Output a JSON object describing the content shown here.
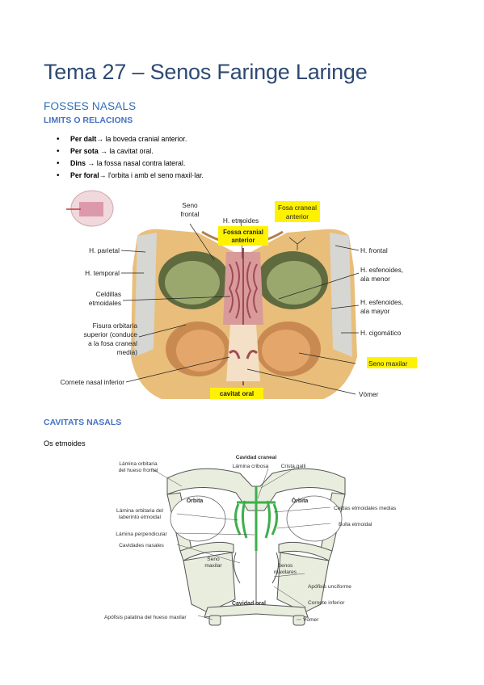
{
  "header": {
    "title": "Tema 27 – Senos Faringe Laringe"
  },
  "section1": {
    "heading": "FOSSES NASALS",
    "subheading": "LIMITS O RELACIONS",
    "bullets": [
      {
        "bold": "Per dalt",
        "text": " la boveda cranial anterior."
      },
      {
        "bold": "Per sota ",
        "text": " la cavitat oral."
      },
      {
        "bold": "Dins ",
        "text": " la fossa nasal contra lateral."
      },
      {
        "bold": "Per foral",
        "text": " l'orbita i amb el seno maxil·lar."
      }
    ]
  },
  "figure1": {
    "labels": {
      "seno_frontal": "Seno frontal",
      "h_etmoides": "H. etmoides",
      "fossa_cranial": "Fossa cranial anterior",
      "fosa_craneal": "Fosa craneal anterior",
      "h_parietal": "H. parietal",
      "h_temporal": "H. temporal",
      "celdillas": "Celdillas etmoidales",
      "fisura": "Fisura orbitaria superior (conduce a la fosa craneal media)",
      "cornete": "Cornete nasal inferior",
      "cavitat_oral": "cavitat oral",
      "h_frontal": "H. frontal",
      "esfenoides_menor": "H. esfenoides, ala menor",
      "esfenoides_mayor": "H. esfenoides, ala mayor",
      "cigomatico": "H. cigomático",
      "seno_maxilar": "Seno maxilar",
      "vomer": "Vómer"
    }
  },
  "section2": {
    "heading": "CAVITATS NASALS",
    "text": "Os etmoides"
  },
  "figure2": {
    "labels": {
      "cavidad_craneal": "Cavidad craneal",
      "lamina_orbitaria_frontal": "Lámina orbitaria del hueso frontal",
      "lamina_cribosa": "Lámina cribosa",
      "crista_galli": "Crista galli",
      "orbita_left": "Órbita",
      "orbita_right": "Órbita",
      "lamina_orbitaria_etmoidal": "Lámina orbitaria del laberinto etmoidal",
      "celdas": "Celdas etmoidales medias",
      "bulla": "Bulla etmoidal",
      "lamina_perpendicular": "Lámina perpendicular",
      "cavidades_nasales": "Cavidades nasales",
      "seno_maxilar": "Seno maxilar",
      "senos_maxilares": "Senos maxilares",
      "apofisis_unciforme": "Apófisis unciforme",
      "cavidad_oral": "Cavidad oral",
      "cornete_inferior": "Cornete inferior",
      "apofisis_palatina": "Apófisis palatina del hueso maxilar",
      "vomer": "Vómer"
    }
  }
}
